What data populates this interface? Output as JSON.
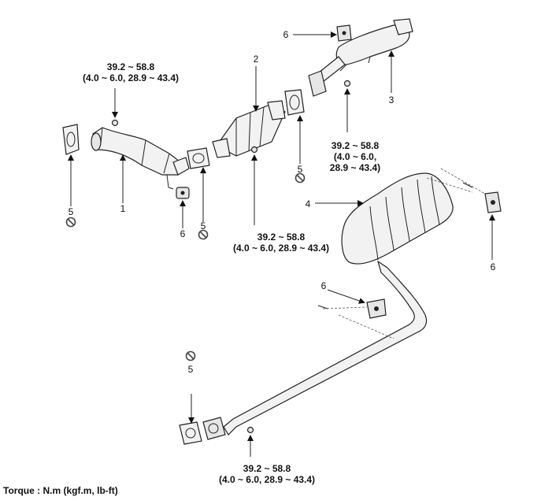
{
  "torque_specs": {
    "t1": {
      "line1": "39.2 ~ 58.8",
      "line2": "(4.0 ~ 6.0, 28.9 ~ 43.4)"
    },
    "t2": {
      "line1": "39.2 ~ 58.8",
      "line2": "(4.0 ~ 6.0,",
      "line3": "28.9 ~ 43.4)"
    },
    "t3": {
      "line1": "39.2 ~ 58.8",
      "line2": "(4.0 ~ 6.0, 28.9 ~ 43.4)"
    },
    "t4": {
      "line1": "39.2 ~ 58.8",
      "line2": "(4.0 ~ 6.0, 28.9 ~ 43.4)"
    }
  },
  "callouts": {
    "c1": "1",
    "c2": "2",
    "c3": "3",
    "c4": "4",
    "c5a": "5",
    "c5b": "5",
    "c5c": "5",
    "c5d": "5",
    "c6a": "6",
    "c6b": "6",
    "c6c": "6",
    "c6d": "6"
  },
  "footer": {
    "torque_unit": "Torque : N.m (kgf.m, lb-ft)"
  },
  "icons": {
    "prohibited": "no-reuse-icon"
  }
}
